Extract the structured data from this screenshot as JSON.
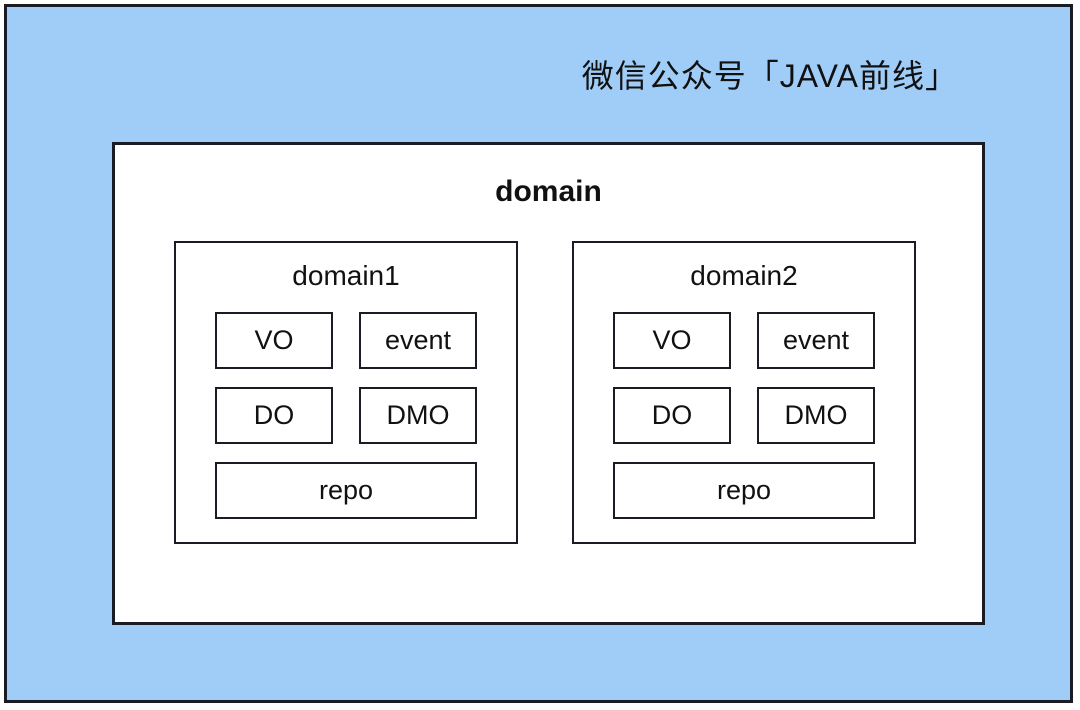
{
  "watermark": "微信公众号「JAVA前线」",
  "panel": {
    "title": "domain"
  },
  "domains": [
    {
      "label": "domain1",
      "cells": {
        "vo": "VO",
        "event": "event",
        "do": "DO",
        "dmo": "DMO",
        "repo": "repo"
      }
    },
    {
      "label": "domain2",
      "cells": {
        "vo": "VO",
        "event": "event",
        "do": "DO",
        "dmo": "DMO",
        "repo": "repo"
      }
    }
  ],
  "colors": {
    "background": "#a0cdf8",
    "panel": "#ffffff",
    "border": "#191c23",
    "text": "#1a1a1a"
  }
}
